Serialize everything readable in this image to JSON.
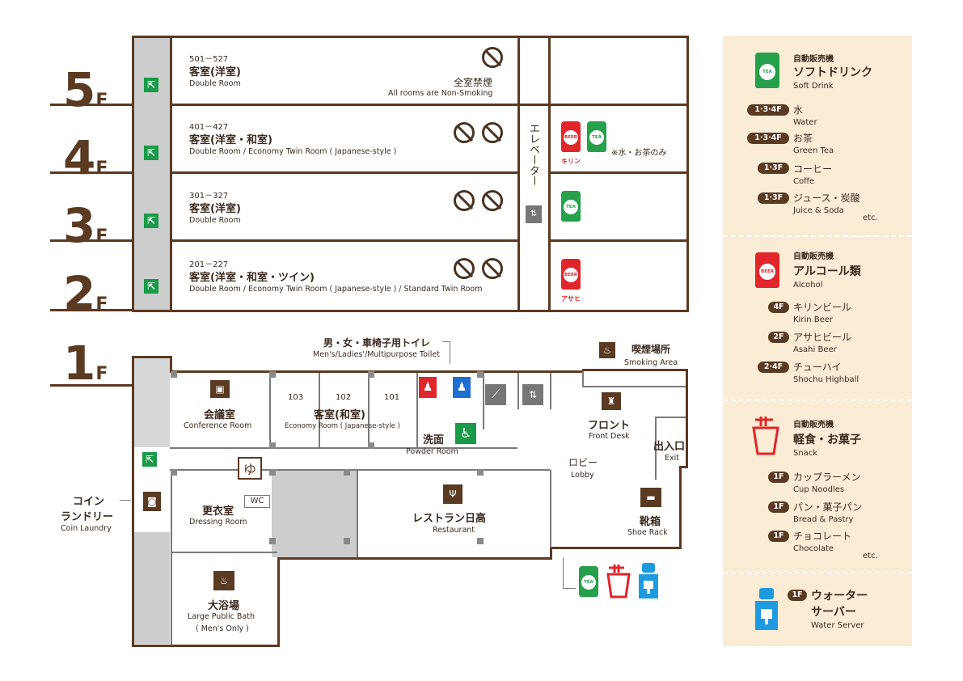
{
  "floors": {
    "f5": {
      "num": "5",
      "suffix": "F",
      "range": "501－527",
      "ja": "客室(洋室)",
      "en": "Double Room",
      "note_ja": "全室禁煙",
      "note_en": "All rooms are Non-Smoking"
    },
    "f4": {
      "num": "4",
      "suffix": "F",
      "range": "401－427",
      "ja": "客室(洋室・和室)",
      "en": "Double Room / Economy Twin Room ( Japanese-style )",
      "vend_note": "※水・お茶のみ",
      "beer_brand": "キリン"
    },
    "f3": {
      "num": "3",
      "suffix": "F",
      "range": "301－327",
      "ja": "客室(洋室)",
      "en": "Double Room"
    },
    "f2": {
      "num": "2",
      "suffix": "F",
      "range": "201－227",
      "ja": "客室(洋室・和室・ツイン)",
      "en": "Double Room / Economy Twin Room ( Japanese-style ) / Standard Twin Room",
      "beer_brand": "アサヒ"
    },
    "f1": {
      "num": "1",
      "suffix": "F"
    }
  },
  "elevator_label": "エレベーター",
  "can_labels": {
    "tea": "TEA",
    "beer": "BEER"
  },
  "first_floor": {
    "toilet_ja": "男・女・車椅子用トイレ",
    "toilet_en": "Men's/Ladies'/Multipurpose Toilet",
    "smoking_ja": "喫煙場所",
    "smoking_en": "Smoking Area",
    "conference_ja": "会議室",
    "conference_en": "Conference Room",
    "room103": "103",
    "room102": "102",
    "room101": "101",
    "washitsu_ja": "客室(和室)",
    "washitsu_en": "Economy Room ( Japanese-style )",
    "powder_ja": "洗面",
    "powder_en": "Powder Room",
    "front_ja": "フロント",
    "front_en": "Front Desk",
    "exit_ja": "出入口",
    "exit_en": "Exit",
    "lobby_ja": "ロビー",
    "lobby_en": "Lobby",
    "coin_ja_1": "コイン",
    "coin_ja_2": "ランドリー",
    "coin_en": "Coin Laundry",
    "dressing_ja": "更衣室",
    "dressing_en": "Dressing Room",
    "wc": "WC",
    "restaurant_ja": "レストラン日高",
    "restaurant_en": "Restaurant",
    "shoe_ja": "靴箱",
    "shoe_en": "Shoe Rack",
    "bath_ja": "大浴場",
    "bath_en_1": "Large Public Bath",
    "bath_en_2": "( Men's Only )"
  },
  "legend": {
    "soft": {
      "small": "自動販売機",
      "title": "ソフトドリンク",
      "sub": "Soft Drink",
      "items": [
        {
          "floors": "1·3·4F",
          "ja": "水",
          "en": "Water"
        },
        {
          "floors": "1·3·4F",
          "ja": "お茶",
          "en": "Green Tea"
        },
        {
          "floors": "1·3F",
          "ja": "コーヒー",
          "en": "Coffe"
        },
        {
          "floors": "1·3F",
          "ja": "ジュース・炭酸",
          "en": "Juice & Soda"
        }
      ],
      "etc": "etc."
    },
    "alcohol": {
      "small": "自動販売機",
      "title": "アルコール類",
      "sub": "Alcohol",
      "items": [
        {
          "floors": "4F",
          "ja": "キリンビール",
          "en": "Kirin Beer"
        },
        {
          "floors": "2F",
          "ja": "アサヒビール",
          "en": "Asahi Beer"
        },
        {
          "floors": "2·4F",
          "ja": "チューハイ",
          "en": "Shochu Highball"
        }
      ]
    },
    "snack": {
      "small": "自動販売機",
      "title": "軽食・お菓子",
      "sub": "Snack",
      "items": [
        {
          "floors": "1F",
          "ja": "カップラーメン",
          "en": "Cup Noodles"
        },
        {
          "floors": "1F",
          "ja": "パン・菓子パン",
          "en": "Bread & Pastry"
        },
        {
          "floors": "1F",
          "ja": "チョコレート",
          "en": "Chocolate"
        }
      ],
      "etc": "etc."
    },
    "water": {
      "floor": "1F",
      "title_1": "ウォーター",
      "title_2": "サーバー",
      "sub": "Water Server"
    }
  },
  "colors": {
    "brown": "#5a3a22",
    "panel": "#fbecd6",
    "green": "#26a04a",
    "red": "#e0262a",
    "blue": "#1e9be0",
    "toilet_red": "#e0262a",
    "toilet_blue": "#1e6fd0",
    "exit_green": "#1a9a48"
  }
}
